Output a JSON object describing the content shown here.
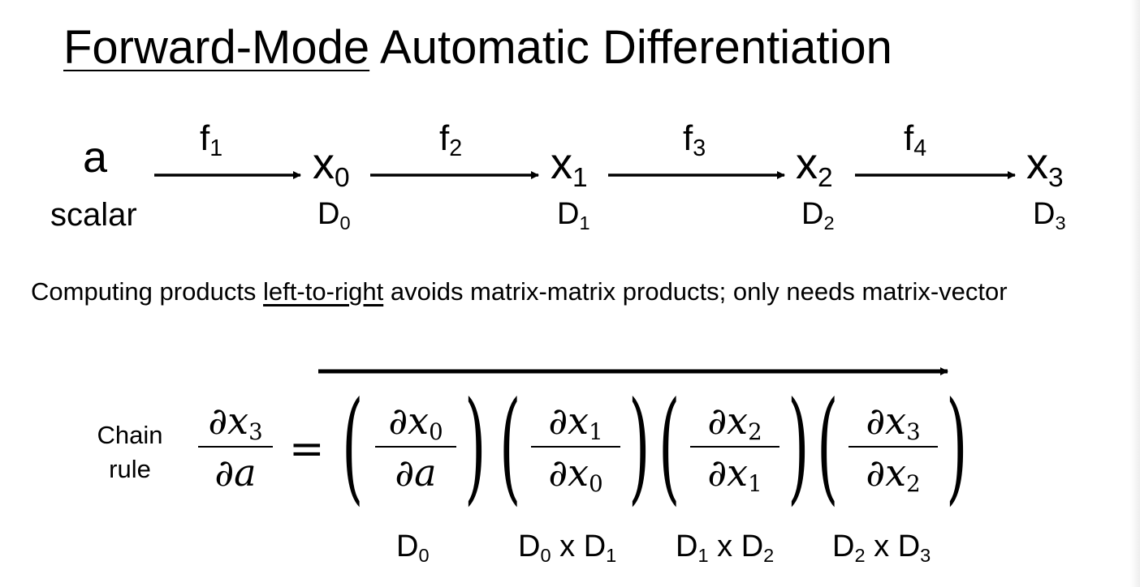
{
  "title": {
    "underlined": "Forward-Mode",
    "rest": " Automatic Differentiation"
  },
  "pipeline": {
    "start": {
      "symbol": "a",
      "type_label": "scalar"
    },
    "functions": [
      {
        "base": "f",
        "sub": "1"
      },
      {
        "base": "f",
        "sub": "2"
      },
      {
        "base": "f",
        "sub": "3"
      },
      {
        "base": "f",
        "sub": "4"
      }
    ],
    "nodes": [
      {
        "base": "x",
        "sub": "0",
        "dim_base": "D",
        "dim_sub": "0"
      },
      {
        "base": "x",
        "sub": "1",
        "dim_base": "D",
        "dim_sub": "1"
      },
      {
        "base": "x",
        "sub": "2",
        "dim_base": "D",
        "dim_sub": "2"
      },
      {
        "base": "x",
        "sub": "3",
        "dim_base": "D",
        "dim_sub": "3"
      }
    ]
  },
  "sentence": {
    "before": "Computing products ",
    "underlined": "left-to-right",
    "after": " avoids matrix-matrix products; only needs matrix-vector"
  },
  "chain_rule": {
    "label_line1": "Chain",
    "label_line2": "rule",
    "lhs": {
      "num_sym": "∂x",
      "num_sub": "3",
      "den_sym": "∂a",
      "den_sub": ""
    },
    "equals": "=",
    "factors": [
      {
        "num_sym": "∂x",
        "num_sub": "0",
        "den_sym": "∂a",
        "den_sub": ""
      },
      {
        "num_sym": "∂x",
        "num_sub": "1",
        "den_sym": "∂x",
        "den_sub": "0"
      },
      {
        "num_sym": "∂x",
        "num_sub": "2",
        "den_sym": "∂x",
        "den_sub": "1"
      },
      {
        "num_sym": "∂x",
        "num_sub": "3",
        "den_sym": "∂x",
        "den_sub": "2"
      }
    ],
    "dims": [
      {
        "a": "D",
        "a_sub": "0",
        "x": "",
        "b": "",
        "b_sub": ""
      },
      {
        "a": "D",
        "a_sub": "0",
        "x": " x ",
        "b": "D",
        "b_sub": "1"
      },
      {
        "a": "D",
        "a_sub": "1",
        "x": " x ",
        "b": "D",
        "b_sub": "2"
      },
      {
        "a": "D",
        "a_sub": "2",
        "x": " x ",
        "b": "D",
        "b_sub": "3"
      }
    ]
  }
}
